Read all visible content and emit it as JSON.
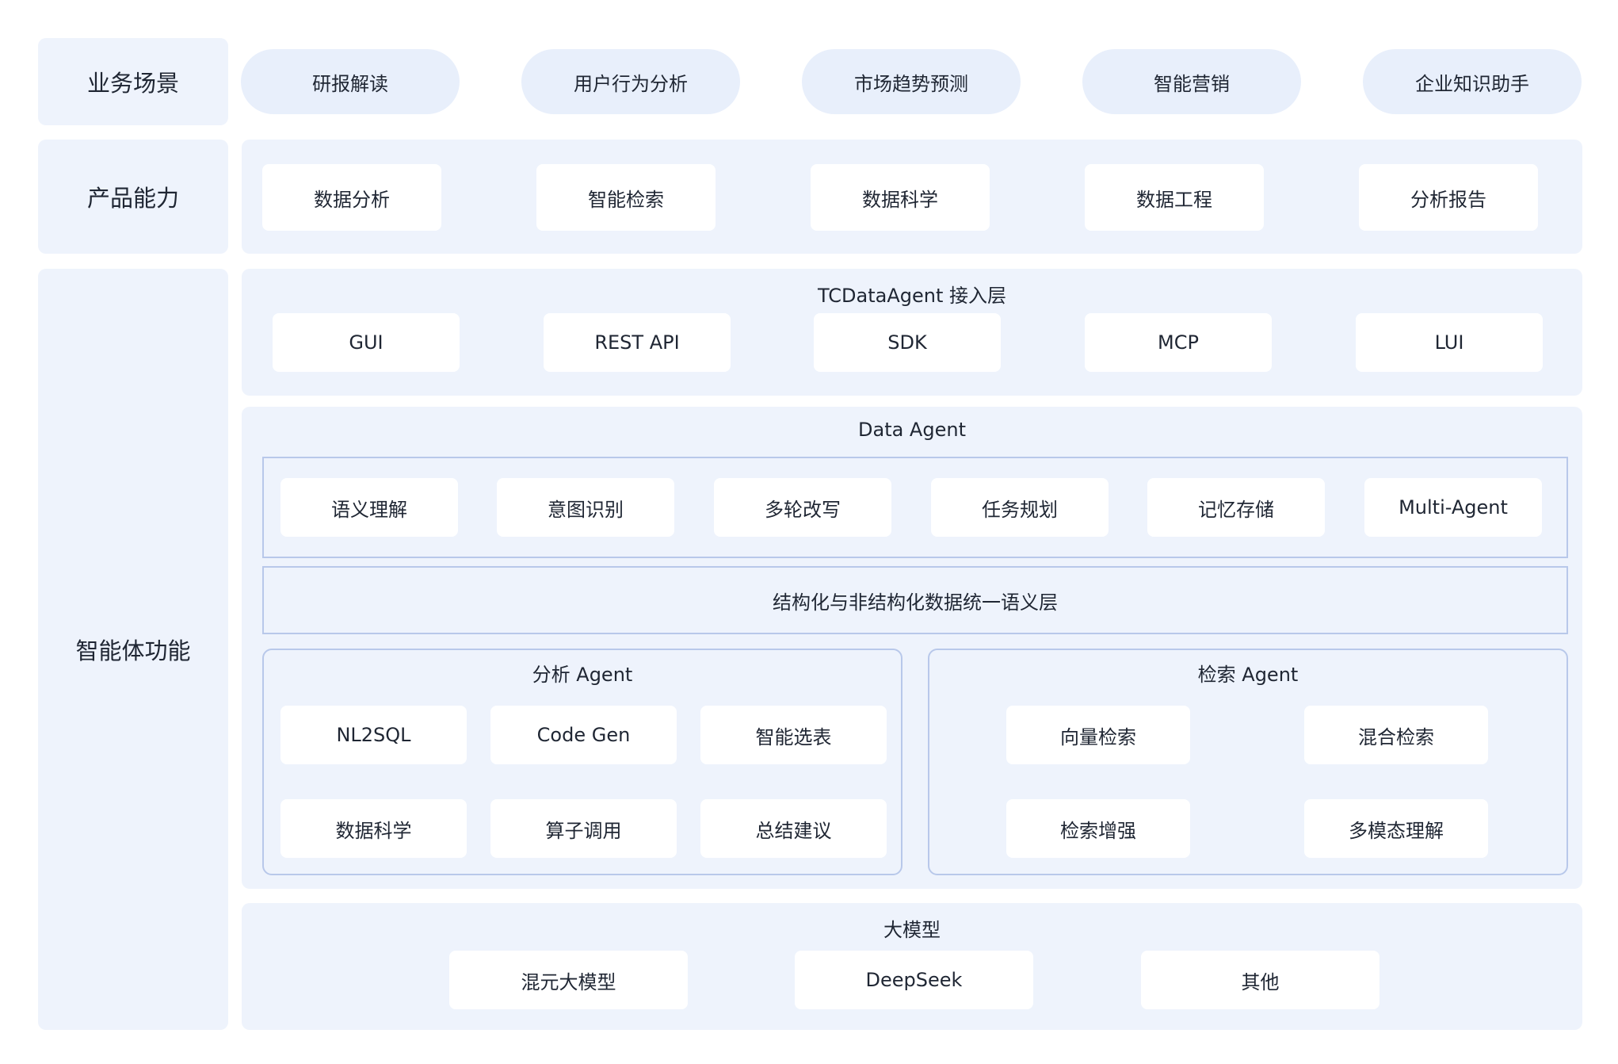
{
  "rows": {
    "business": "业务场景",
    "product": "产品能力",
    "agent": "智能体功能"
  },
  "business_scenarios": [
    "研报解读",
    "用户行为分析",
    "市场趋势预测",
    "智能营销",
    "企业知识助手"
  ],
  "product_capabilities": [
    "数据分析",
    "智能检索",
    "数据科学",
    "数据工程",
    "分析报告"
  ],
  "access_layer": {
    "title": "TCDataAgent 接入层",
    "items": [
      "GUI",
      "REST API",
      "SDK",
      "MCP",
      "LUI"
    ]
  },
  "data_agent": {
    "title": "Data Agent",
    "core_items": [
      "语义理解",
      "意图识别",
      "多轮改写",
      "任务规划",
      "记忆存储",
      "Multi-Agent"
    ],
    "semantic_layer": "结构化与非结构化数据统一语义层",
    "analysis_agent": {
      "title": "分析 Agent",
      "items": [
        "NL2SQL",
        "Code Gen",
        "智能选表",
        "数据科学",
        "算子调用",
        "总结建议"
      ]
    },
    "retrieval_agent": {
      "title": "检索 Agent",
      "items": [
        "向量检索",
        "混合检索",
        "检索增强",
        "多模态理解"
      ]
    }
  },
  "models": {
    "title": "大模型",
    "items": [
      "混元大模型",
      "DeepSeek",
      "其他"
    ]
  }
}
